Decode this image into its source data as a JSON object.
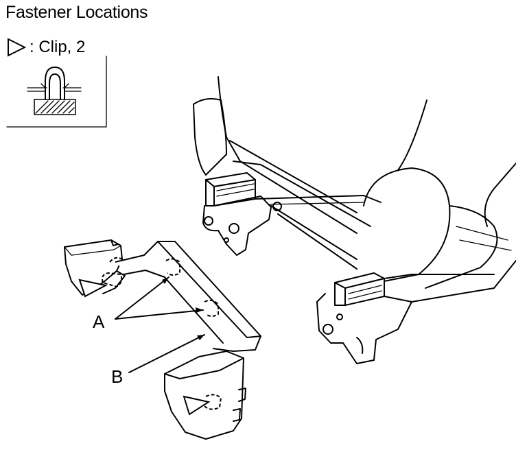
{
  "diagram": {
    "title": "Fastener Locations",
    "legend": {
      "symbol": "triangle-clip-icon",
      "label": ": Clip, 2"
    },
    "callouts": {
      "a": "A",
      "b": "B"
    }
  }
}
